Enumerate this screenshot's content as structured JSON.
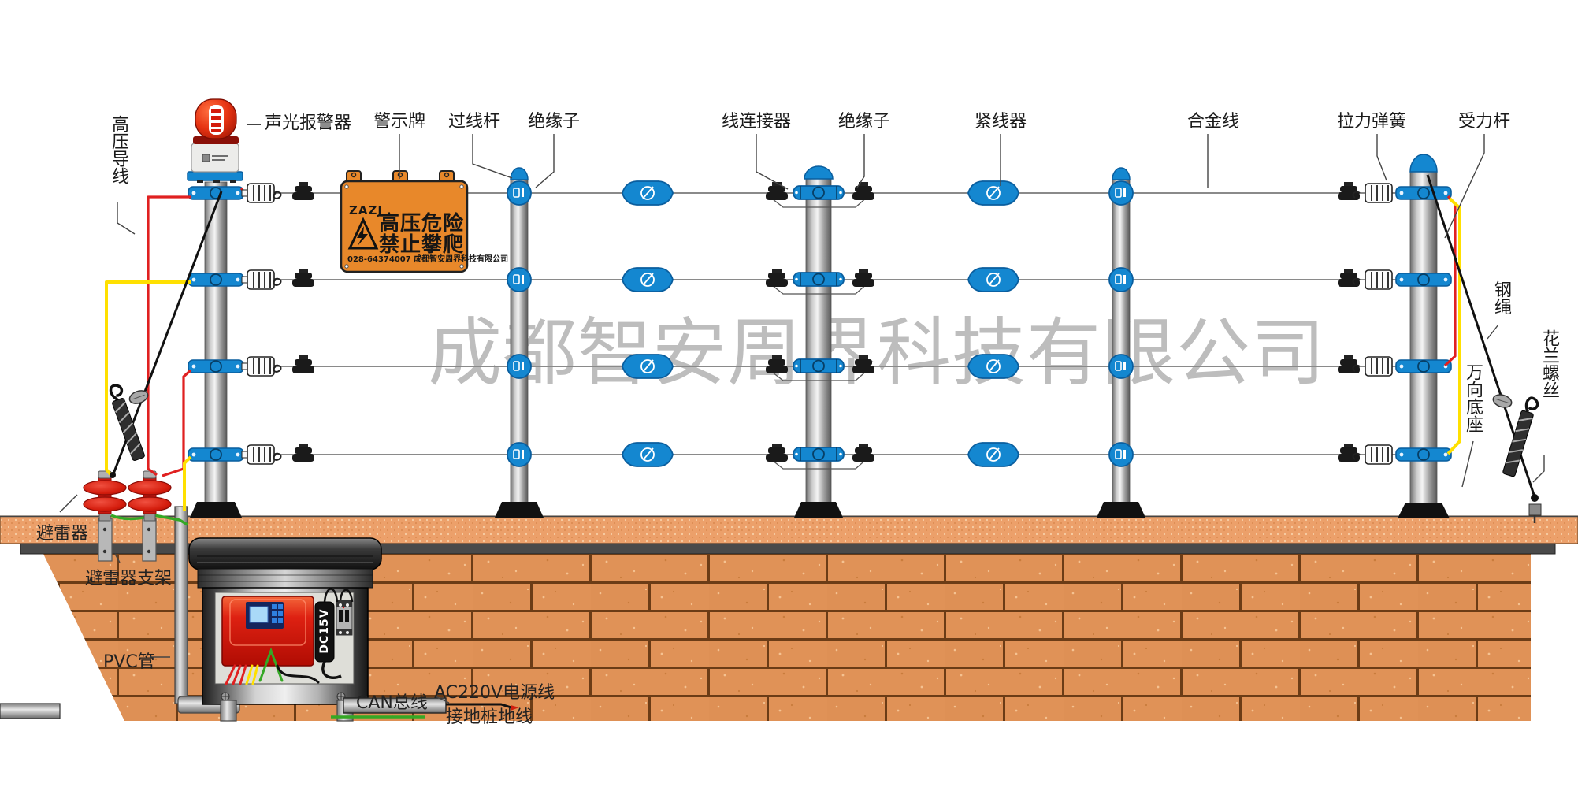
{
  "watermark": "成都智安周界科技有限公司",
  "labels": {
    "high_voltage_lead": "高压导线",
    "sound_light_alarm": "声光报警器",
    "warning_sign": "警示牌",
    "pass_wire_post": "过线杆",
    "insulator_1": "绝缘子",
    "wire_connector": "线连接器",
    "insulator_2": "绝缘子",
    "wire_tensioner": "紧线器",
    "alloy_wire": "合金线",
    "tension_spring": "拉力弹簧",
    "load_post": "受力杆",
    "steel_rope": "钢绳",
    "turnbuckle": "花兰螺丝",
    "universal_base": "万向底座",
    "lightning_arrester": "避雷器",
    "arrester_bracket": "避雷器支架",
    "pvc_pipe": "PVC管",
    "ac_power_line": "AC220V电源线",
    "can_bus": "CAN总线",
    "ground_wire": "接地桩地线"
  },
  "sign": {
    "code": "ZAZJ",
    "line1": "高压危险",
    "line2": "禁止攀爬",
    "footer": "028-64374007  成都智安周界科技有限公司"
  },
  "device": {
    "dc_label": "DC15V"
  },
  "colors": {
    "component_blue": "#1487d0",
    "wire_red": "#e02020",
    "wire_yellow": "#ffe000",
    "wire_green": "#35a825",
    "wall_brick": "#e09257",
    "sign_orange": "#e8882a"
  }
}
